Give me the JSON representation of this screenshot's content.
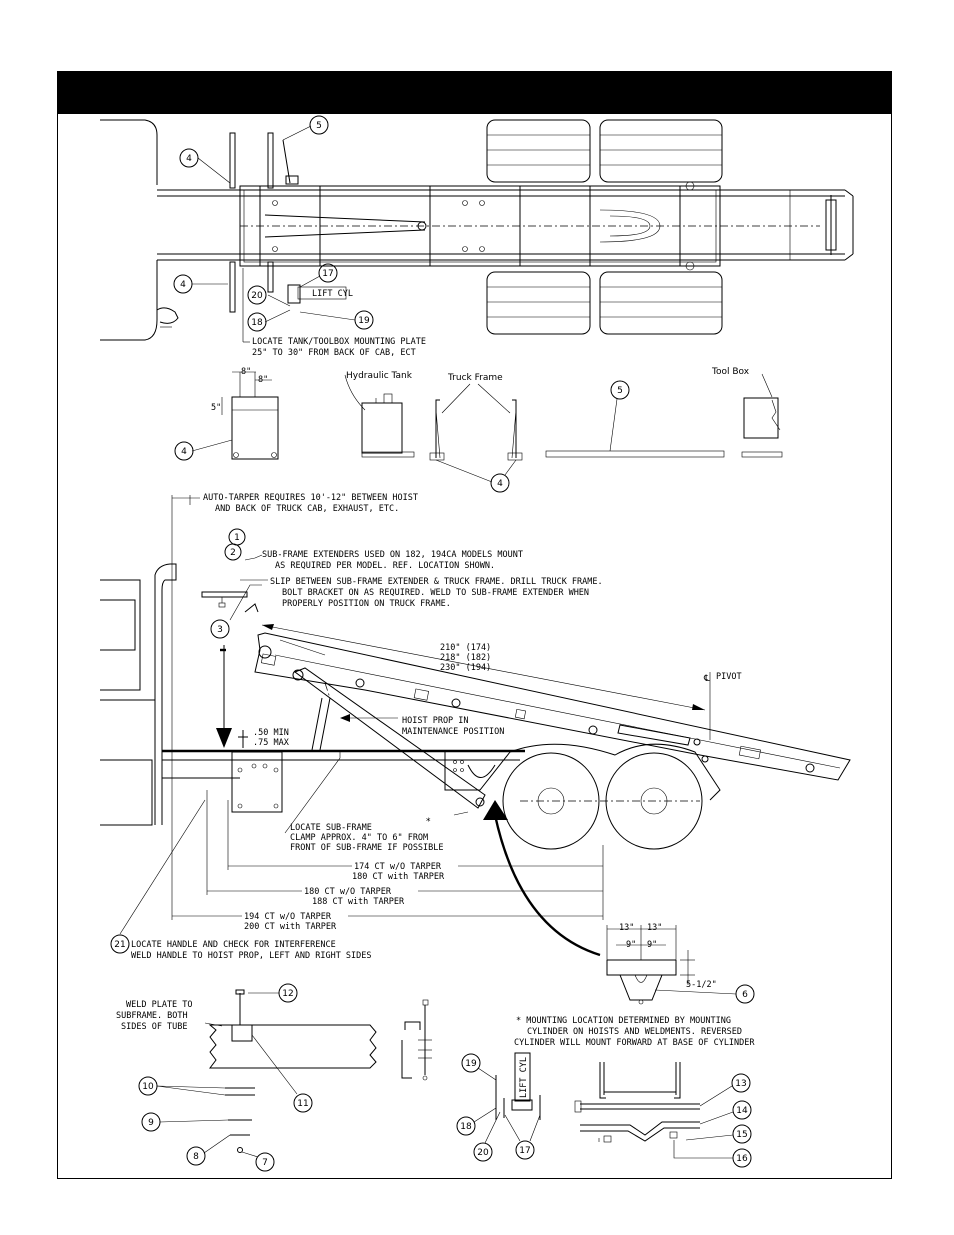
{
  "callouts": {
    "c1": "1",
    "c2": "2",
    "c3": "3",
    "c4": "4",
    "c5": "5",
    "c6": "6",
    "c7": "7",
    "c8": "8",
    "c9": "9",
    "c10": "10",
    "c11": "11",
    "c12": "12",
    "c13": "13",
    "c14": "14",
    "c15": "15",
    "c16": "16",
    "c17": "17",
    "c18": "18",
    "c19": "19",
    "c20": "20",
    "c21": "21"
  },
  "top_view": {
    "lift_cyl": "LIFT CYL",
    "note_line1": "LOCATE TANK/TOOLBOX MOUNTING PLATE",
    "note_line2": "25\" TO 30\" FROM BACK OF CAB, ECT"
  },
  "parts_row": {
    "dim_8a": "8\"",
    "dim_8b": "8\"",
    "dim_5": "5\"",
    "hydraulic_tank": "Hydraulic Tank",
    "truck_frame": "Truck Frame",
    "tool_box": "Tool Box"
  },
  "side_view": {
    "auto_tarper_1": "AUTO-TARPER REQUIRES 10'-12\" BETWEEN HOIST",
    "auto_tarper_2": "AND BACK OF TRUCK CAB, EXHAUST, ETC.",
    "subframe_ext_1": "SUB-FRAME EXTENDERS USED ON 182, 194CA MODELS MOUNT",
    "subframe_ext_2": "AS REQUIRED PER MODEL. REF. LOCATION SHOWN.",
    "slip_1": "SLIP BETWEEN SUB-FRAME EXTENDER & TRUCK FRAME. DRILL TRUCK FRAME.",
    "slip_2": "BOLT BRACKET ON AS REQUIRED. WELD TO SUB-FRAME EXTENDER WHEN",
    "slip_3": "PROPERLY POSITION ON TRUCK FRAME.",
    "len_1": "210\" (174)",
    "len_2": "218\" (182)",
    "len_3": "230\" (194)",
    "pivot": "PIVOT",
    "pivot_symbol": "℄",
    "hoist_prop_1": "HOIST PROP IN",
    "hoist_prop_2": "MAINTENANCE POSITION",
    "min_1": ".50 MIN",
    "min_2": ".75 MAX",
    "asterisk": "*",
    "locate_1": "LOCATE SUB-FRAME",
    "locate_2": "CLAMP APPROX. 4\" TO 6\" FROM",
    "locate_3": "FRONT OF SUB-FRAME IF POSSIBLE",
    "ct174_1": "174 CT w/O TARPER",
    "ct174_2": "180 CT with TARPER",
    "ct180_1": "180 CT w/O TARPER",
    "ct180_2": "188 CT with TARPER",
    "ct194_1": "194 CT w/O TARPER",
    "ct194_2": "200 CT with TARPER",
    "handle_1": "LOCATE HANDLE AND CHECK FOR INTERFERENCE",
    "handle_2": "WELD HANDLE TO HOIST PROP, LEFT AND RIGHT SIDES"
  },
  "bracket_detail": {
    "dim_13a": "13\"",
    "dim_13b": "13\"",
    "dim_9a": "9\"",
    "dim_9b": "9\"",
    "dim_512": "5-1/2\""
  },
  "lower_detail": {
    "weld_1": "WELD PLATE TO",
    "weld_2": "SUBFRAME. BOTH",
    "weld_3": "SIDES OF TUBE",
    "mount_1": "* MOUNTING LOCATION DETERMINED BY MOUNTING",
    "mount_2": "CYLINDER ON HOISTS AND WELDMENTS. REVERSED",
    "mount_3": "CYLINDER WILL MOUNT FORWARD AT BASE OF CYLINDER",
    "lift_cyl_vert": "LIFT CYL"
  }
}
